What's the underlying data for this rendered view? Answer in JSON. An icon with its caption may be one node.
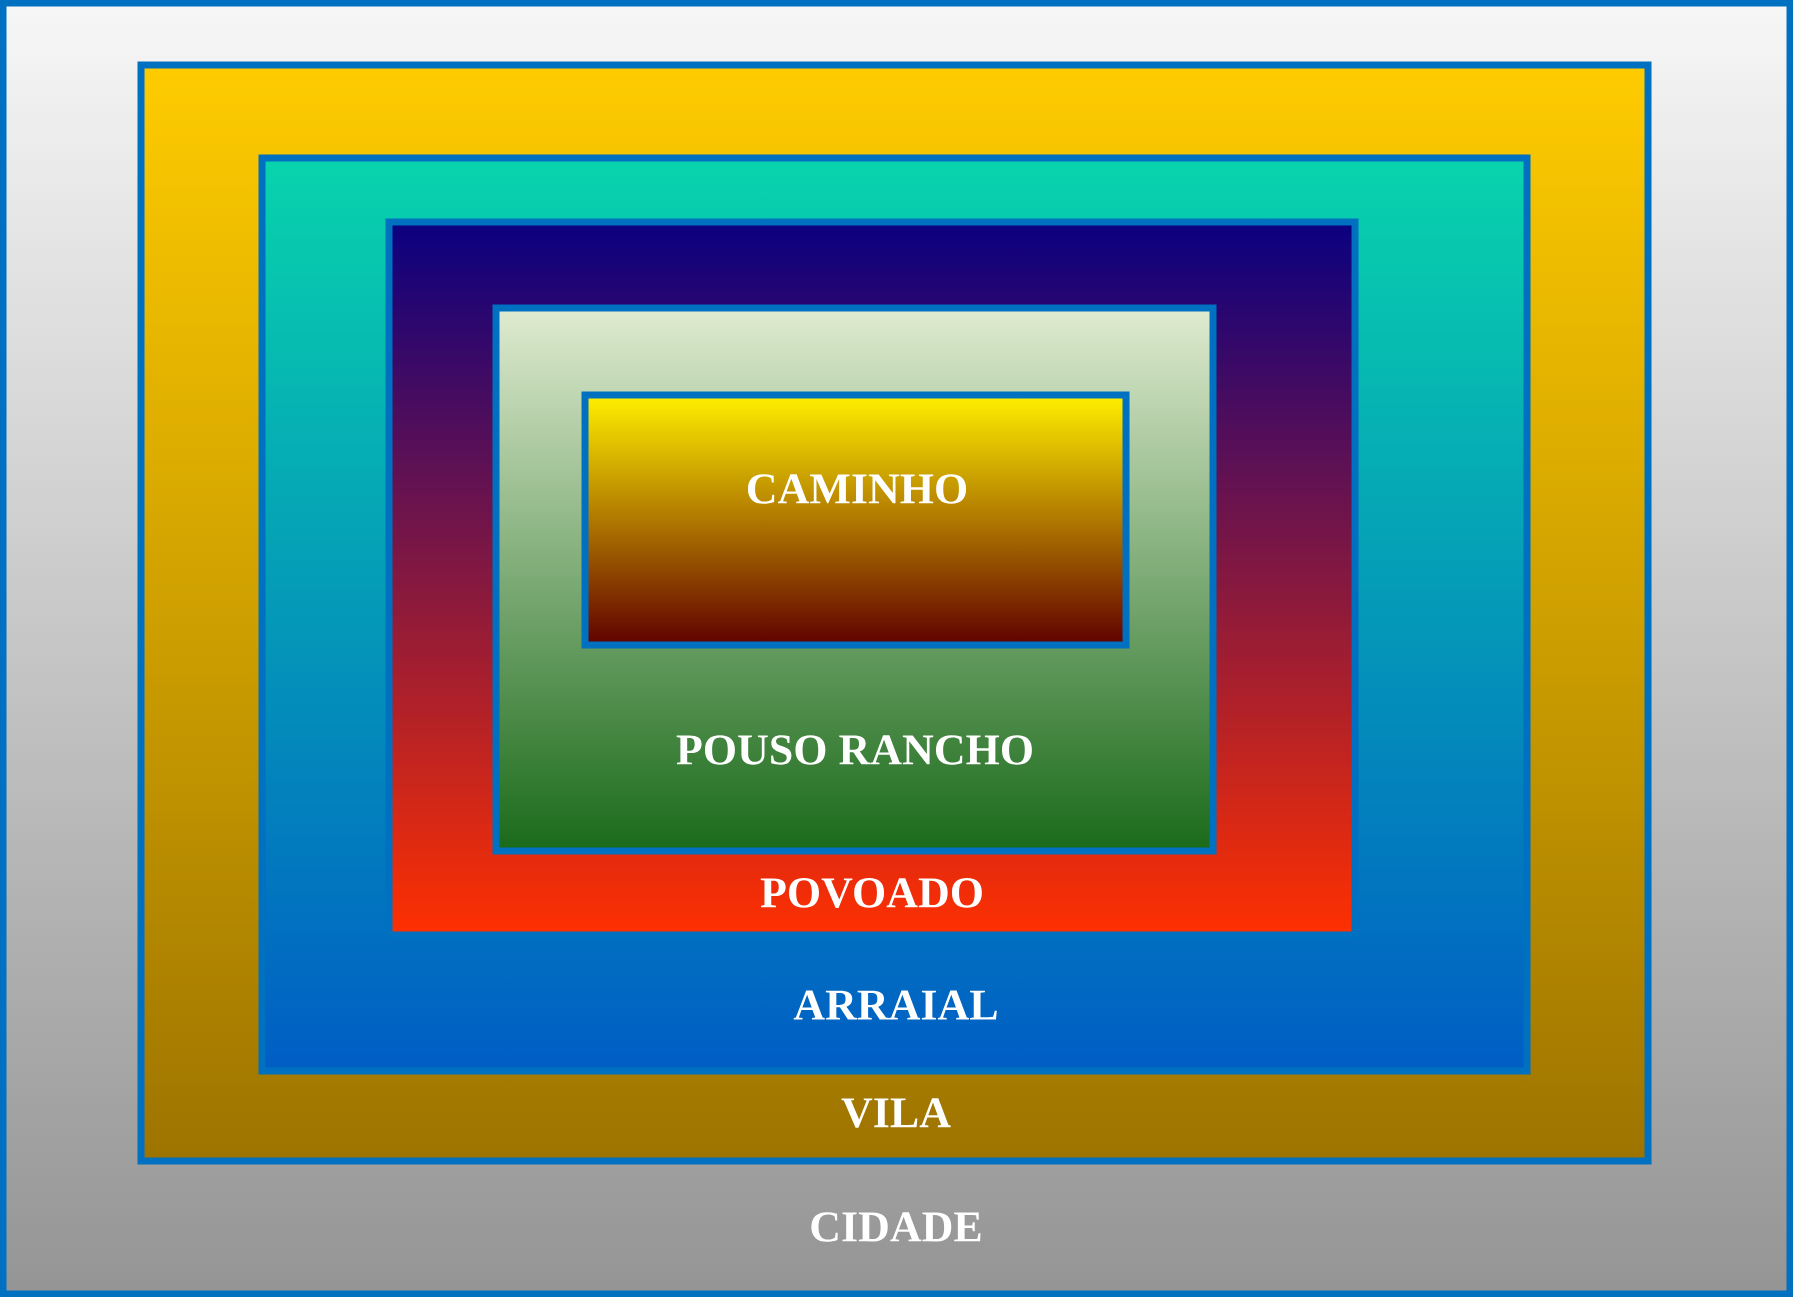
{
  "diagram": {
    "nodes": [
      {
        "text": [
          "CIDADE"
        ]
      },
      {
        "text": [
          "VILA"
        ],
        "in": 0
      },
      {
        "text": [
          "ARRAIAL"
        ],
        "in": 1
      },
      {
        "text": [
          "POVOADO"
        ],
        "in": 2
      },
      {
        "text": [
          "POUSO RANCHO"
        ],
        "in": 3
      },
      {
        "text": [
          "CAMINHO"
        ],
        "in": 4
      }
    ]
  }
}
